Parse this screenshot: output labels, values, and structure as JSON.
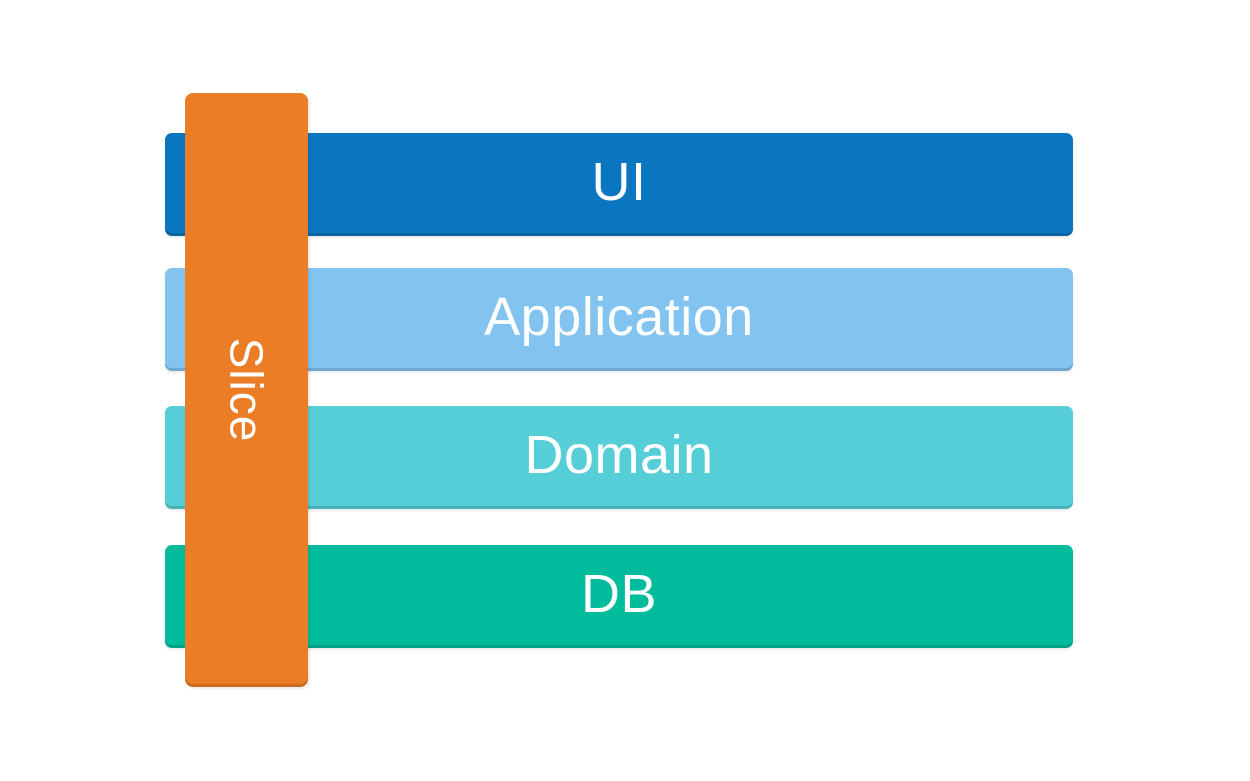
{
  "diagram": {
    "background_color": "#ffffff",
    "text_color": "#ffffff",
    "layers": [
      {
        "label": "UI",
        "color": "#0b76c0"
      },
      {
        "label": "Application",
        "color": "#82c3f0"
      },
      {
        "label": "Domain",
        "color": "#55ced8"
      },
      {
        "label": "DB",
        "color": "#00bc9c"
      }
    ],
    "slice": {
      "label": "Slice",
      "color": "#eb7d26"
    }
  }
}
